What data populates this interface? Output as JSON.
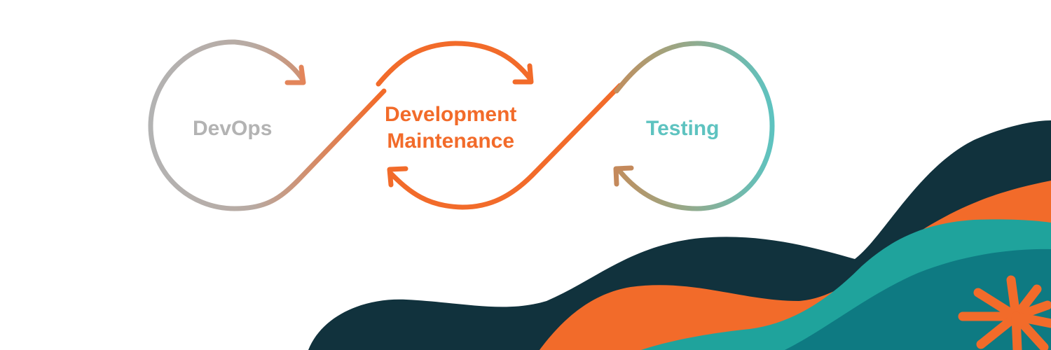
{
  "labels": {
    "devops": "DevOps",
    "development": "Development",
    "maintenance": "Maintenance",
    "testing": "Testing"
  },
  "colors": {
    "gray": "#b3b3b3",
    "orange": "#f26b2a",
    "teal": "#5ec3c0",
    "navy": "#11323d",
    "teal_wave": "#1fa39c",
    "deep_teal": "#0e7a82",
    "white": "#ffffff"
  },
  "icons": {
    "loop": "infinity-loop",
    "arrowheads": "arrowhead-icon",
    "mark": "burst-logo-icon"
  }
}
